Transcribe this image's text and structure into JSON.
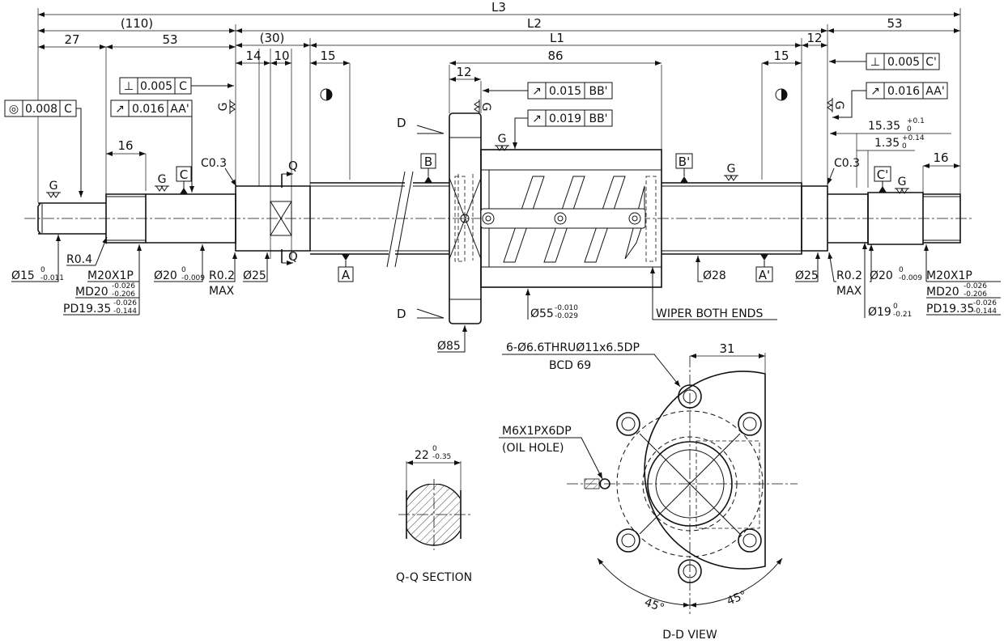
{
  "dims": {
    "L3": "L3",
    "L2": "L2",
    "L1": "L1",
    "d110": "(110)",
    "d30": "(30)",
    "d27": "27",
    "d53a": "53",
    "d53b": "53",
    "d14": "14",
    "d10": "10",
    "d15a": "15",
    "d15b": "15",
    "d86": "86",
    "d12a": "12",
    "d12b": "12",
    "d16a": "16",
    "d16b": "16",
    "d31": "31",
    "d15_35": "15.35",
    "d15_35_tol_up": "+0.1",
    "d15_35_tol_lo": "0",
    "d1_35": "1.35",
    "d1_35_tol_up": "+0.14",
    "d1_35_tol_lo": "0"
  },
  "gdt": {
    "concentric": {
      "sym": "◎",
      "val": "0.008",
      "ref": "C"
    },
    "perp_left": {
      "sym": "⊥",
      "val": "0.005",
      "ref": "C"
    },
    "runout_left": {
      "sym": "↗",
      "val": "0.016",
      "ref": "AA'"
    },
    "runout_nut1": {
      "sym": "↗",
      "val": "0.015",
      "ref": "BB'"
    },
    "runout_nut2": {
      "sym": "↗",
      "val": "0.019",
      "ref": "BB'"
    },
    "perp_right": {
      "sym": "⊥",
      "val": "0.005",
      "ref": "C'"
    },
    "runout_right": {
      "sym": "↗",
      "val": "0.016",
      "ref": "AA'"
    }
  },
  "datums": {
    "a": "A",
    "a2": "A'",
    "b": "B",
    "b2": "B'",
    "c": "C",
    "c2": "C'"
  },
  "labels": {
    "g": "G",
    "c03a": "C0.3",
    "c03b": "C0.3",
    "q": "Q",
    "d": "D",
    "r04": "R0.4",
    "r02a": "R0.2",
    "maxa": "MAX",
    "r02b": "R0.2",
    "maxb": "MAX",
    "thr_l1": "M20X1P",
    "thr_l2": "MD20",
    "thr_l2_up": "-0.026",
    "thr_l2_lo": "-0.206",
    "thr_l3": "PD19.35",
    "thr_l3_up": "-0.026",
    "thr_l3_lo": "-0.144",
    "thr_r1": "M20X1P",
    "thr_r2": "MD20",
    "thr_r2_up": "-0.026",
    "thr_r2_lo": "-0.206",
    "thr_r3": "PD19.35",
    "thr_r3_up": "-0.026",
    "thr_r3_lo": "-0.144",
    "phi15": "Ø15",
    "phi15_up": "0",
    "phi15_lo": "-0.011",
    "phi20a": "Ø20",
    "phi20a_up": "0",
    "phi20a_lo": "-0.009",
    "phi25a": "Ø25",
    "phi28": "Ø28",
    "phi25b": "Ø25",
    "phi20b": "Ø20",
    "phi20b_up": "0",
    "phi20b_lo": "-0.009",
    "phi19": "Ø19",
    "phi19_up": "0",
    "phi19_lo": "-0.21",
    "phi55": "Ø55",
    "phi55_up": "-0.010",
    "phi55_lo": "-0.029",
    "phi85": "Ø85",
    "wiper": "WIPER BOTH ENDS",
    "holes": "6-Ø6.6THRUØ11x6.5DP",
    "bcd": "BCD 69",
    "oil1": "M6X1PX6DP",
    "oil2": "(OIL HOLE)",
    "q22": "22",
    "q22_up": "0",
    "q22_lo": "-0.35",
    "qq": "Q-Q SECTION",
    "dd": "D-D VIEW",
    "ang1": "45°",
    "ang2": "45°"
  }
}
